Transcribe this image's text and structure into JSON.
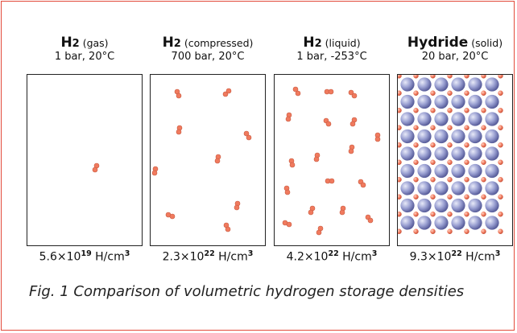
{
  "panels": [
    {
      "formula": "H",
      "formula_sub": "2",
      "state": " (gas)",
      "conditions": "1 bar, 20°C",
      "density_mantissa": "5.6×10",
      "density_exp": "19",
      "density_unit": " H/cm",
      "density_unit_exp": "3"
    },
    {
      "formula": "H",
      "formula_sub": "2",
      "state": " (compressed)",
      "conditions": "700 bar, 20°C",
      "density_mantissa": "2.3×10",
      "density_exp": "22",
      "density_unit": " H/cm",
      "density_unit_exp": "3"
    },
    {
      "formula": "H",
      "formula_sub": "2",
      "state": " (liquid)",
      "conditions": "1 bar, -253°C",
      "density_mantissa": "4.2×10",
      "density_exp": "22",
      "density_unit": " H/cm",
      "density_unit_exp": "3"
    },
    {
      "formula": "Hydride",
      "formula_sub": "",
      "state": " (solid)",
      "conditions": "20 bar, 20°C",
      "density_mantissa": "9.3×10",
      "density_exp": "22",
      "density_unit": " H/cm",
      "density_unit_exp": "3"
    }
  ],
  "caption": "Fig. 1 Comparison of volumetric hydrogen storage densities",
  "colors": {
    "frame_border": "#e24a3a",
    "hydrogen_atom": "#f07a5e",
    "hydride_atom": "#8b90c8"
  }
}
